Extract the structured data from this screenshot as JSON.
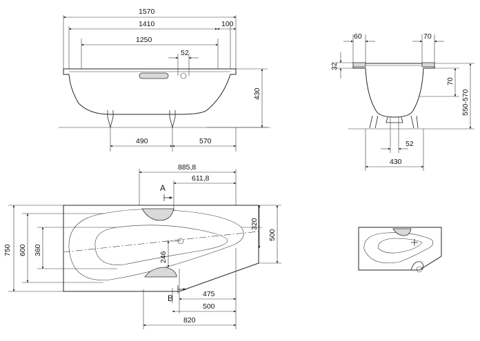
{
  "front_view": {
    "dims_top": [
      "1570",
      "1410",
      "1250",
      "100",
      "52"
    ],
    "dim_height": "430",
    "dims_bottom": [
      "490",
      "570"
    ]
  },
  "side_view": {
    "dims_top": [
      "60",
      "70"
    ],
    "dims_side": [
      "32",
      "70",
      "550-570"
    ],
    "dims_bottom": [
      "52",
      "430"
    ]
  },
  "plan_view": {
    "dims_top": [
      "885,8",
      "611,8"
    ],
    "dims_left": [
      "750",
      "600",
      "360"
    ],
    "dims_right": [
      "320",
      "500"
    ],
    "dim_center": "246",
    "dims_bottom": [
      "475",
      "500",
      "820"
    ],
    "section_a": "A",
    "section_b": "B"
  }
}
